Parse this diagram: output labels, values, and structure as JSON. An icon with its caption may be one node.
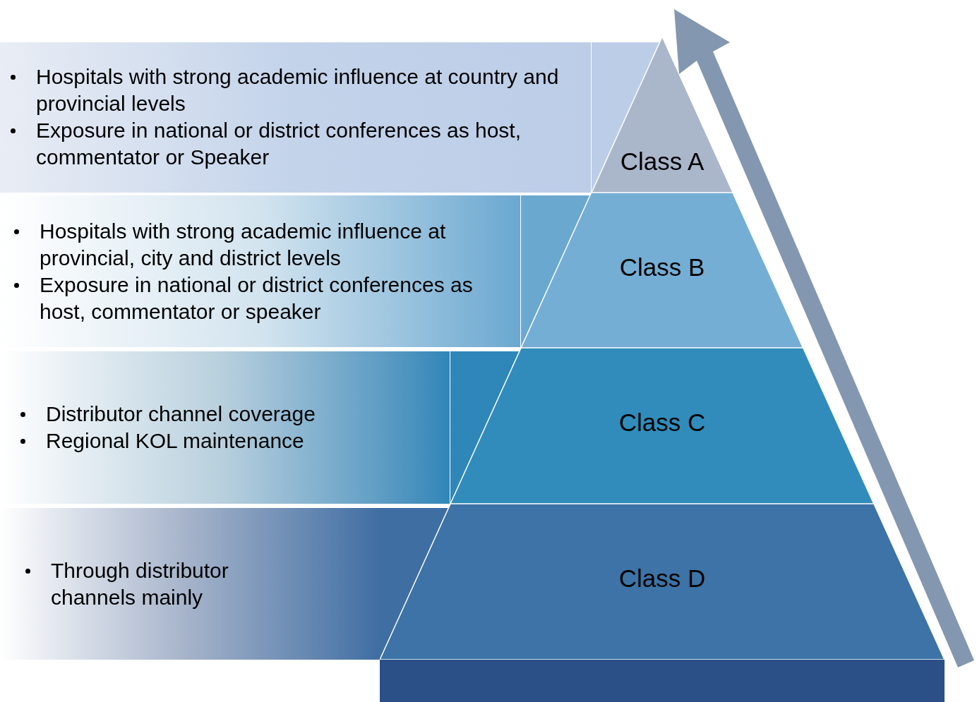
{
  "diagram": {
    "nodes": [
      {
        "text": [
          "Hospitals with strong academic influence at country and provincial levels",
          "Exposure in national or district conferences as host, commentator or Speaker"
        ]
      },
      {
        "text": [
          "Class A"
        ]
      },
      {
        "text": [
          "Hospitals with strong academic influence at provincial, city and district levels",
          "Exposure in national or district conferences as host, commentator or speaker"
        ]
      },
      {
        "text": [
          "Class B"
        ]
      },
      {
        "text": [
          "Distributor channel coverage",
          "Regional KOL maintenance"
        ]
      },
      {
        "text": [
          "Class C"
        ]
      },
      {
        "text": [
          "Through distributor channels mainly"
        ]
      },
      {
        "text": [
          "Class D"
        ]
      },
      {
        "text": [],
        "shape": "bar"
      }
    ]
  }
}
